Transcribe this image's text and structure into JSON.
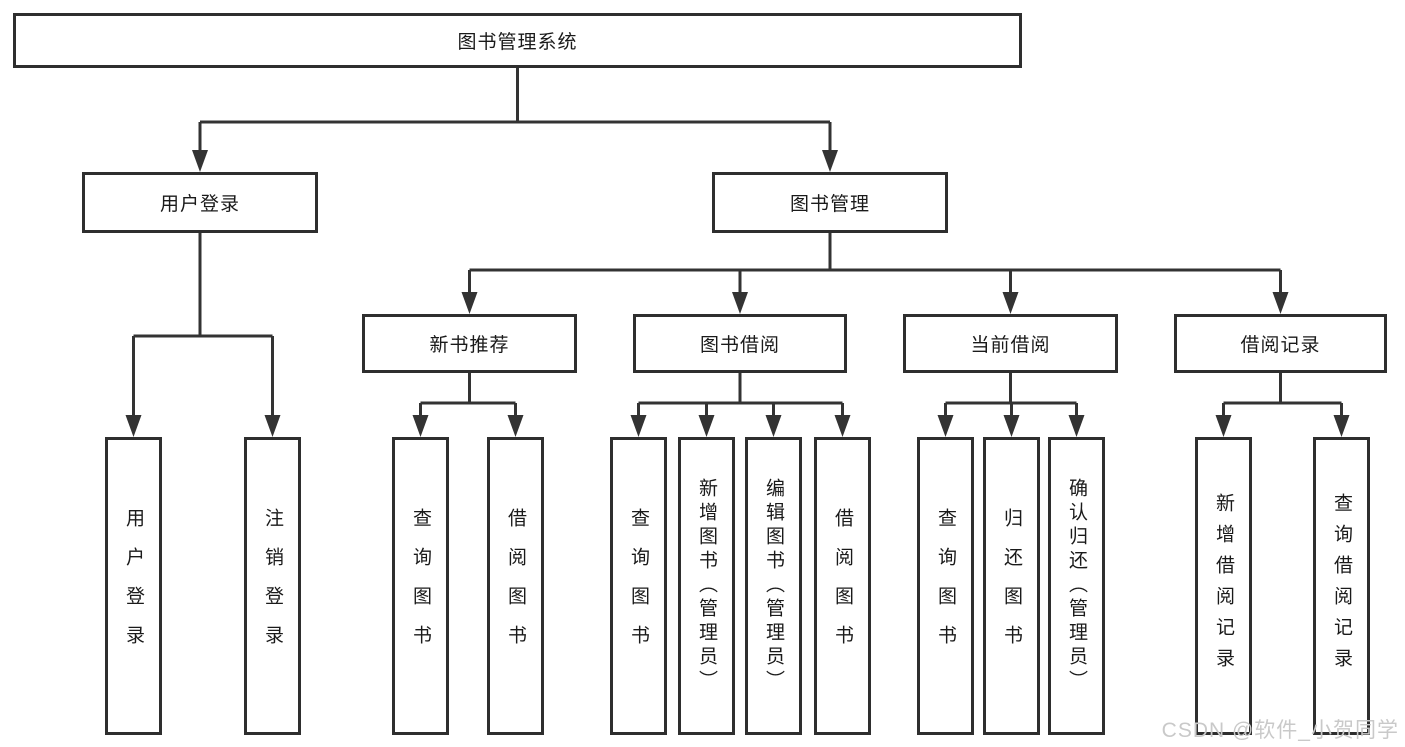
{
  "tree": {
    "root": "图书管理系统",
    "branches": [
      {
        "label": "用户登录",
        "children": [
          "用户登录",
          "注销登录"
        ]
      },
      {
        "label": "图书管理",
        "groups": [
          {
            "label": "新书推荐",
            "children": [
              "查询图书",
              "借阅图书"
            ]
          },
          {
            "label": "图书借阅",
            "children": [
              "查询图书",
              "新增图书（管理员）",
              "编辑图书（管理员）",
              "借阅图书"
            ]
          },
          {
            "label": "当前借阅",
            "children": [
              "查询图书",
              "归还图书",
              "确认归还（管理员）"
            ]
          },
          {
            "label": "借阅记录",
            "children": [
              "新增借阅记录",
              "查询借阅记录"
            ]
          }
        ]
      }
    ]
  },
  "watermark": {
    "text": "CSDN @软件_小贺同学"
  },
  "colors": {
    "background": "#ffffff",
    "line": "#333333",
    "box_border": "#2e2e2e",
    "text": "#1a1a1a",
    "watermark": "#c9c9c9"
  }
}
